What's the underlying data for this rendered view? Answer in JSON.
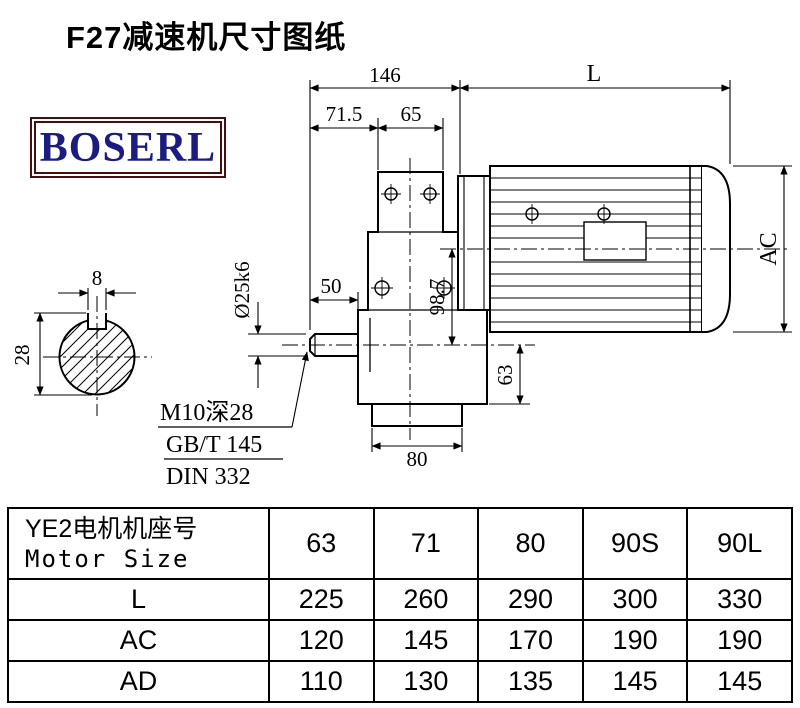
{
  "page": {
    "title": "F27减速机尺寸图纸",
    "brand": "BOSERL"
  },
  "drawing": {
    "dimensions": {
      "total_width": "146",
      "motor_length": "L",
      "dim_71_5": "71.5",
      "dim_65": "65",
      "shaft_diameter": "Ø25k6",
      "shaft_length": "50",
      "axis_height": "98.7",
      "key_width": "8",
      "shaft_key_height": "28",
      "motor_height": "AC",
      "output_to_base": "63",
      "foot_width": "80"
    },
    "notes": {
      "tap": "M10深28",
      "std1": "GB/T 145",
      "std2": "DIN 332"
    }
  },
  "table": {
    "header": {
      "label_cn": "YE2电机机座号",
      "label_en": "Motor Size",
      "sizes": [
        "63",
        "71",
        "80",
        "90S",
        "90L"
      ]
    },
    "rows": [
      {
        "label": "L",
        "values": [
          "225",
          "260",
          "290",
          "300",
          "330"
        ]
      },
      {
        "label": "AC",
        "values": [
          "120",
          "145",
          "170",
          "190",
          "190"
        ]
      },
      {
        "label": "AD",
        "values": [
          "110",
          "130",
          "135",
          "145",
          "145"
        ]
      }
    ]
  }
}
